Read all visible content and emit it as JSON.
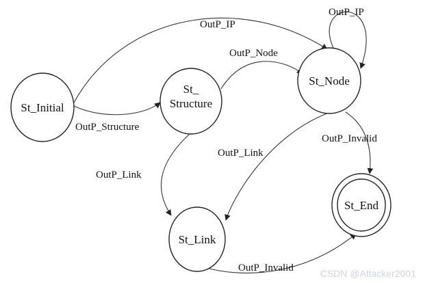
{
  "states": {
    "initial": "St_Initial",
    "structure_line1": "St_",
    "structure_line2": "Structure",
    "node": "St_Node",
    "link": "St_Link",
    "end": "St_End"
  },
  "edges": {
    "initial_to_node": "OutP_IP",
    "node_self": "OutP_IP",
    "structure_to_node": "OutP_Node",
    "initial_to_structure": "OutP_Structure",
    "node_to_end": "OutP_Invalid",
    "node_to_link": "OutP_Link",
    "structure_to_link": "OutP_Link",
    "link_to_end": "OutP_Invalid"
  },
  "watermark": "CSDN @Attacker2001",
  "colors": {
    "stroke": "#222222",
    "background": "#ffffff"
  }
}
